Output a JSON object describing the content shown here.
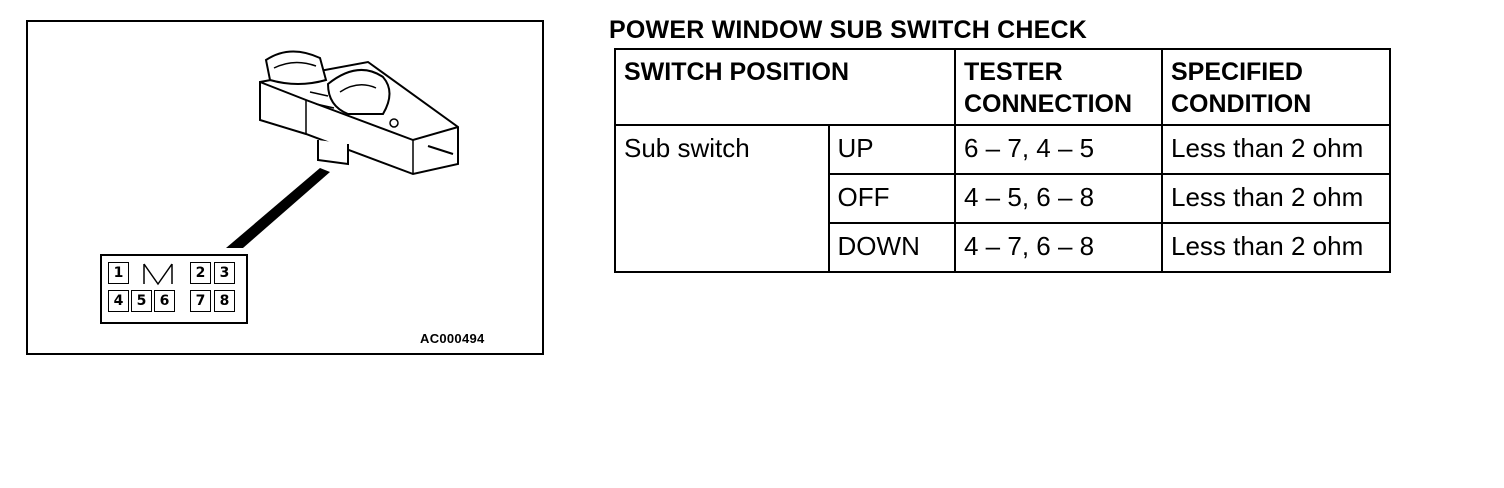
{
  "figure": {
    "code": "AC000494",
    "connector": {
      "pins_top": [
        "1",
        "2",
        "3"
      ],
      "pins_bottom": [
        "4",
        "5",
        "6",
        "7",
        "8"
      ]
    }
  },
  "title": "POWER WINDOW SUB SWITCH CHECK",
  "table": {
    "headers": {
      "switch_position": "SWITCH POSITION",
      "tester_connection_line1": "TESTER",
      "tester_connection_line2": "CONNECTION",
      "specified_condition_line1": "SPECIFIED",
      "specified_condition_line2": "CONDITION"
    },
    "group_label": "Sub switch",
    "rows": [
      {
        "position": "UP",
        "connection": "6 – 7, 4 – 5",
        "condition": "Less than 2 ohm"
      },
      {
        "position": "OFF",
        "connection": "4 – 5, 6 – 8",
        "condition": "Less than 2 ohm"
      },
      {
        "position": "DOWN",
        "connection": "4 – 7, 6 – 8",
        "condition": "Less than 2 ohm"
      }
    ]
  }
}
